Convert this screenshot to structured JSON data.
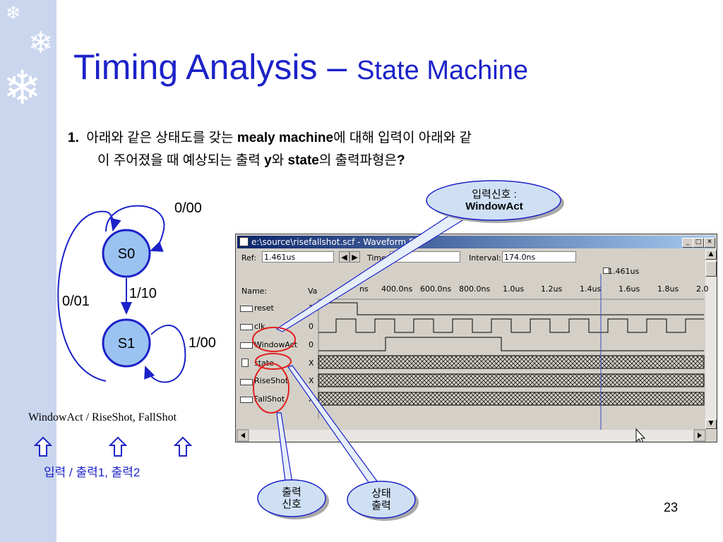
{
  "slide": {
    "title_main": "Timing Analysis – ",
    "title_sub": "State Machine",
    "question_num": "1.",
    "q1_a": "아래와 같은 상태도를 갖는 ",
    "q1_b": "mealy machine",
    "q1_c": "에 대해 입력이 아래와 같",
    "q2_a": "이 주어졌을 때 예상되는 출력 ",
    "q2_b": "y",
    "q2_c": "와 ",
    "q2_d": "state",
    "q2_e": "의 출력파형은",
    "q2_f": "?",
    "page_number": "23"
  },
  "state_diagram": {
    "s0": "S0",
    "s1": "S1",
    "loop_s0": "0/00",
    "s0_to_s1": "1/10",
    "s1_to_s0": "0/01",
    "loop_s1": "1/00",
    "legend_line": "WindowAct / RiseShot, FallShot",
    "legend_kr": "입력  / 출력1,  출력2"
  },
  "callouts": {
    "input": "입력신호 :",
    "input_name": "WindowAct",
    "output1": "출력",
    "output2": "신호",
    "state1": "상태",
    "state2": "출력"
  },
  "waveform": {
    "window_title": "e:\\source\\risefallshot.scf - Waveform Ed",
    "ref_label": "Ref:",
    "ref_value": "1.461us",
    "time_label": "Time:",
    "interval_label": "Interval:",
    "interval_value": "174.0ns",
    "cursor_value": "1.461us",
    "name_header": "Name:",
    "value_header": "Va",
    "ticks": [
      "ns",
      "400.0ns",
      "600.0ns",
      "800.0ns",
      "1.0us",
      "1.2us",
      "1.4us",
      "1.6us",
      "1.8us",
      "2.0"
    ],
    "signals": [
      {
        "name": "reset",
        "value": "1"
      },
      {
        "name": "clk",
        "value": "0"
      },
      {
        "name": "WindowAct",
        "value": "0"
      },
      {
        "name": "state",
        "value": "X"
      },
      {
        "name": "RiseShot",
        "value": "X"
      },
      {
        "name": "FallShot",
        "value": "X"
      }
    ]
  },
  "colors": {
    "title": "#1c22c8",
    "sidebar": "#c9d6ee",
    "state_fill": "#9ac3f2",
    "state_border": "#1c22c8",
    "callout_fill": "#cfe0f5",
    "highlight_ring": "#e02020"
  }
}
